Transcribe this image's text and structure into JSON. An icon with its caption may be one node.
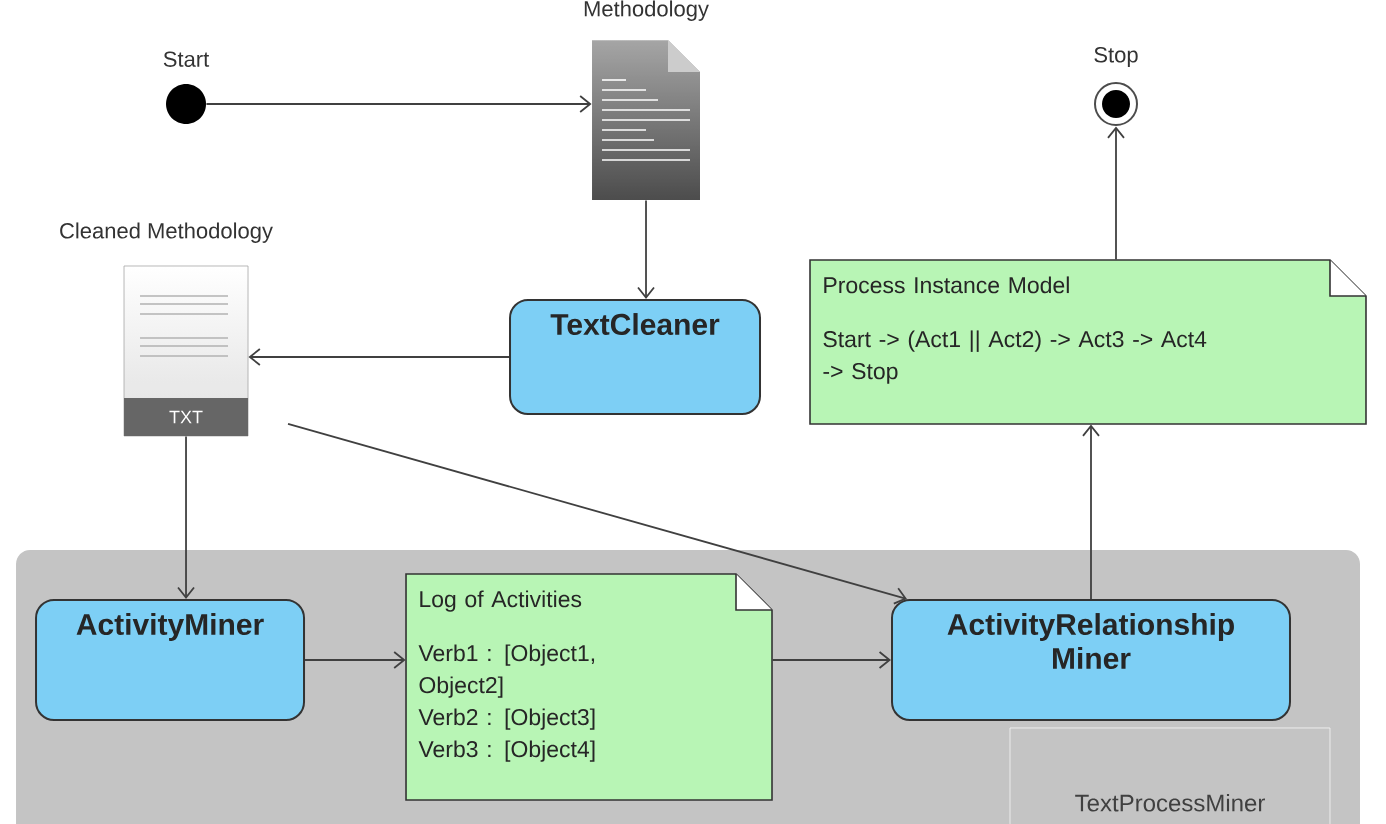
{
  "diagram": {
    "nodes": [
      {
        "text": [
          "Start"
        ]
      },
      {
        "text": [
          "Methodology"
        ]
      },
      {
        "text": [
          "Stop"
        ]
      },
      {
        "text": [
          "Cleaned Methodology",
          "TXT"
        ]
      },
      {
        "text": [
          "TextCleaner"
        ]
      },
      {
        "text": [
          "Process Instance Model",
          "Start -> (Act1 || Act2) -> Act3 -> Act4 -> Stop"
        ]
      },
      {
        "text": [
          "TextProcessMiner"
        ]
      },
      {
        "text": [
          "ActivityMiner"
        ],
        "in": 6
      },
      {
        "text": [
          "Log of Activities",
          "Verb1 : [Object1, Object2]",
          "Verb2 : [Object3]",
          "Verb3 : [Object4]"
        ],
        "in": 6
      },
      {
        "text": [
          "ActivityRelationship Miner"
        ],
        "in": 6
      }
    ],
    "edges": [
      {
        "from": 0,
        "to": 1,
        "arrow": "to"
      },
      {
        "from": 1,
        "to": 4,
        "arrow": "to"
      },
      {
        "from": 4,
        "to": 3,
        "arrow": "to"
      },
      {
        "from": 3,
        "to": 7,
        "arrow": "to"
      },
      {
        "from": 3,
        "to": 9,
        "arrow": "to"
      },
      {
        "from": 7,
        "to": 8,
        "arrow": "to"
      },
      {
        "from": 8,
        "to": 9,
        "arrow": "to"
      },
      {
        "from": 9,
        "to": 5,
        "arrow": "to"
      },
      {
        "from": 5,
        "to": 2,
        "arrow": "to"
      }
    ]
  }
}
